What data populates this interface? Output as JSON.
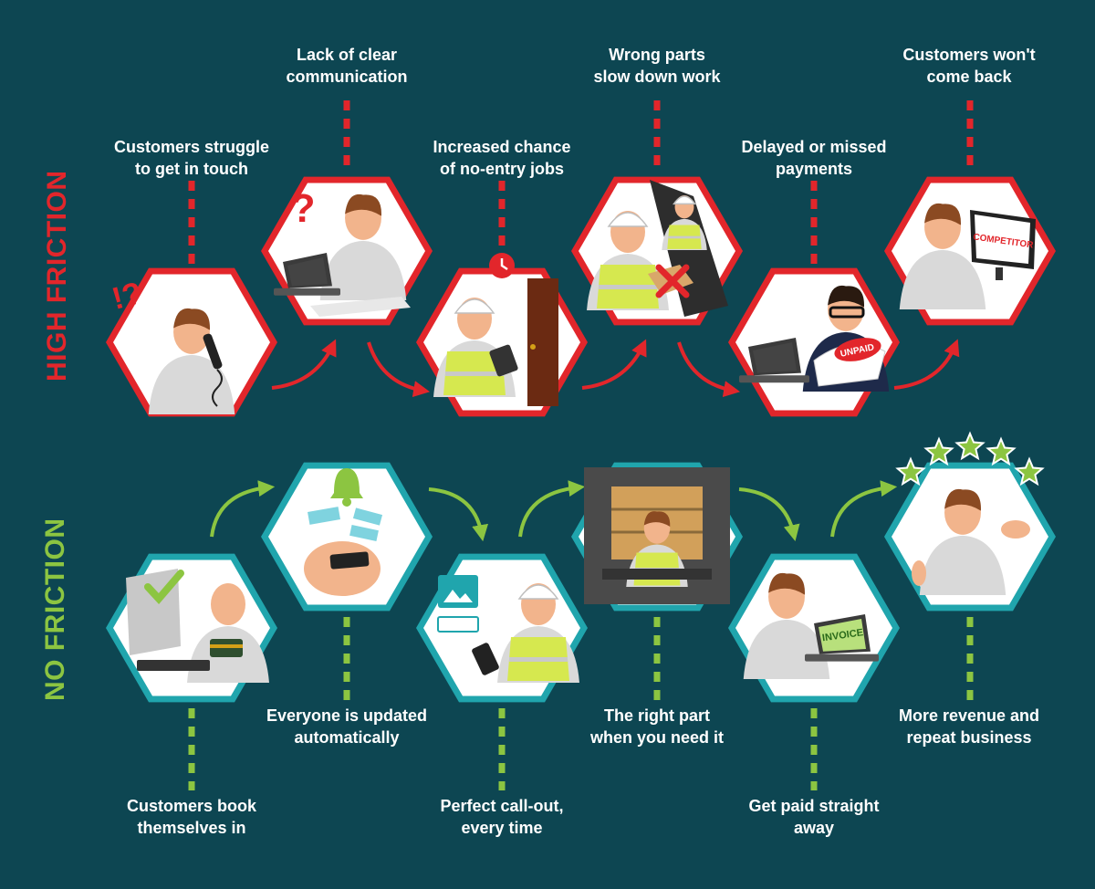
{
  "colors": {
    "background": "#0d4652",
    "high_friction": "#e2262b",
    "no_friction": "#8cc541",
    "hex_teal": "#20a5ad",
    "text": "#ffffff"
  },
  "high_friction": {
    "label": "HIGH FRICTION",
    "steps": [
      {
        "lines": [
          "Customers struggle",
          "to get in touch"
        ],
        "icon": "confused-phone-caller-icon",
        "marks": [
          "!?"
        ]
      },
      {
        "lines": [
          "Lack of clear",
          "communication"
        ],
        "icon": "confused-laptop-worker-icon",
        "marks": [
          "?"
        ]
      },
      {
        "lines": [
          "Increased chance",
          "of no-entry jobs"
        ],
        "icon": "engineer-at-closed-door-icon",
        "marks": []
      },
      {
        "lines": [
          "Wrong parts",
          "slow down work"
        ],
        "icon": "wrong-part-box-icon",
        "marks": []
      },
      {
        "lines": [
          "Delayed or missed",
          "payments"
        ],
        "icon": "unpaid-invoice-icon",
        "marks": [
          "UNPAID"
        ]
      },
      {
        "lines": [
          "Customers won't",
          "come back"
        ],
        "icon": "competitor-screen-icon",
        "marks": [
          "COMPETITOR"
        ]
      }
    ]
  },
  "no_friction": {
    "label": "NO FRICTION",
    "steps": [
      {
        "lines": [
          "Customers book",
          "themselves in"
        ],
        "icon": "online-booking-payment-icon",
        "marks": []
      },
      {
        "lines": [
          "Everyone is updated",
          "automatically"
        ],
        "icon": "phone-notification-bell-icon",
        "marks": []
      },
      {
        "lines": [
          "Perfect call-out,",
          "every time"
        ],
        "icon": "engineer-with-job-details-icon",
        "marks": []
      },
      {
        "lines": [
          "The right part",
          "when you need it"
        ],
        "icon": "stocked-van-icon",
        "marks": []
      },
      {
        "lines": [
          "Get paid straight",
          "away"
        ],
        "icon": "laptop-invoice-icon",
        "marks": [
          "INVOICE"
        ]
      },
      {
        "lines": [
          "More revenue and",
          "repeat business"
        ],
        "icon": "five-star-review-icon",
        "marks": []
      }
    ]
  }
}
